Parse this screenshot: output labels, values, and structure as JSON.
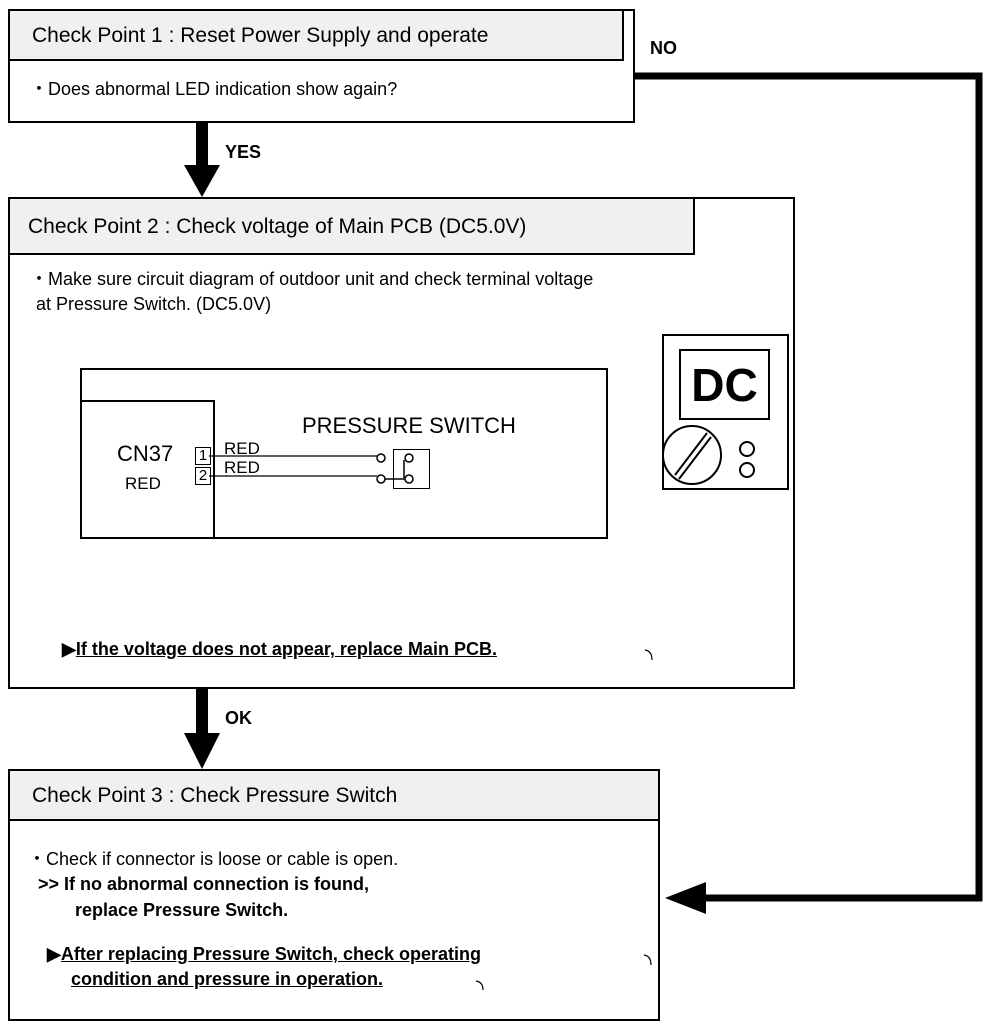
{
  "cp1": {
    "title": "Check Point 1 : Reset Power Supply and operate",
    "bullet": "Does abnormal LED indication show again?"
  },
  "flow": {
    "yes": "YES",
    "no": "NO",
    "ok": "OK"
  },
  "cp2": {
    "title": "Check Point 2 : Check voltage of Main PCB (DC5.0V)",
    "bullet_line1": "Make sure circuit diagram of outdoor unit and check terminal voltage",
    "bullet_line2": "at Pressure Switch. (DC5.0V)",
    "connector": "CN37",
    "connector_color": "RED",
    "pin1": "1",
    "pin2": "2",
    "wire1": "RED",
    "wire2": "RED",
    "switch_label": "PRESSURE SWITCH",
    "meter_label": "DC",
    "note": "If the voltage does not appear, replace Main PCB."
  },
  "cp3": {
    "title": "Check Point 3 : Check Pressure Switch",
    "bullet": "Check if connector is loose or cable is open.",
    "action_line1": ">> If no abnormal connection is found,",
    "action_line2": "replace Pressure Switch.",
    "note_line1": "After replacing Pressure Switch, check operating",
    "note_line2": "condition and pressure in operation."
  }
}
